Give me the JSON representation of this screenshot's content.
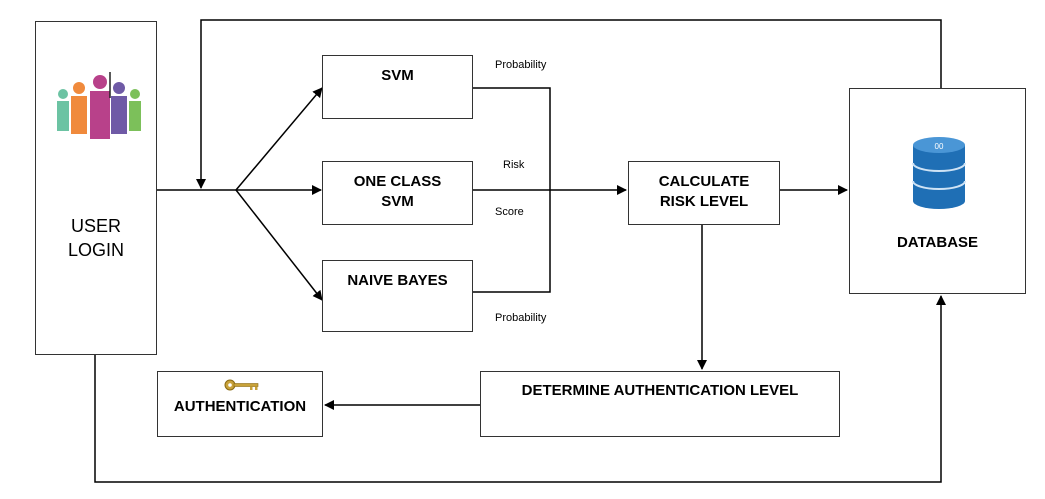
{
  "nodes": {
    "user_login": "USER\nLOGIN",
    "svm": "SVM",
    "one_class_svm": "ONE CLASS\nSVM",
    "naive_bayes": "NAIVE BAYES",
    "calculate_risk": "CALCULATE\nRISK LEVEL",
    "database": "DATABASE",
    "determine_auth": "DETERMINE AUTHENTICATION  LEVEL",
    "authentication": "AUTHENTICATION"
  },
  "edge_labels": {
    "top_probability": "Probability",
    "risk": "Risk",
    "score": "Score",
    "bottom_probability": "Probability"
  },
  "icons": {
    "users": "people-group-icon",
    "database": "database-icon",
    "key": "key-icon"
  },
  "colors": {
    "people": [
      "#6cc3a3",
      "#f08a3c",
      "#b8418a",
      "#6f5aa6",
      "#7cc05a"
    ],
    "database": "#1f6fb5",
    "key": "#c8a23a"
  }
}
